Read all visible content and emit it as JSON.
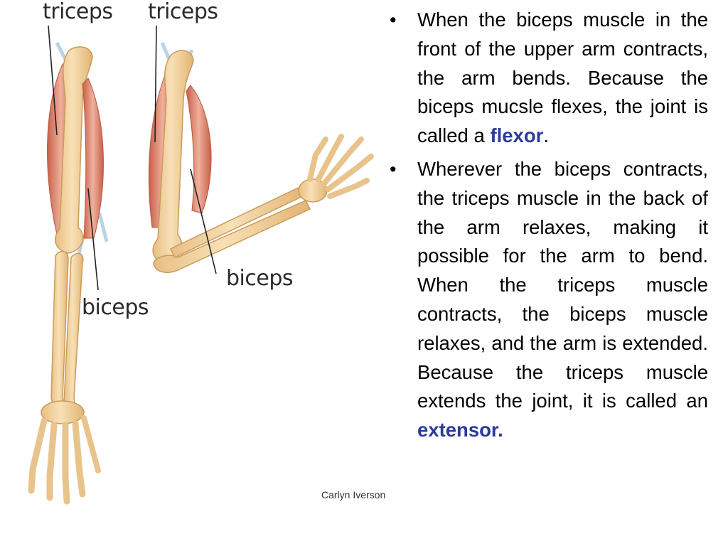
{
  "figure": {
    "labels": {
      "triceps_left": "triceps",
      "triceps_right": "triceps",
      "biceps_bent": "biceps",
      "biceps_straight": "biceps"
    },
    "credit": "Carlyn Iverson"
  },
  "bullets": [
    {
      "text": "When the biceps muscle in the front of the upper arm contracts, the arm bends. Because the biceps mucsle flexes, the joint is called a ",
      "term": "flexor",
      "after": "."
    },
    {
      "text": "Wherever the biceps contracts, the triceps muscle in the back of the arm relaxes, making it possible for the arm to bend. When the triceps muscle contracts, the biceps muscle relaxes, and the arm is extended. Because the triceps muscle extends the joint, it is called an ",
      "term": "extensor.",
      "after": ""
    }
  ],
  "colors": {
    "bone": "#f3d4a3",
    "bone_outline": "#c99b5a",
    "muscle": "#e29c86",
    "muscle_dark": "#c9654d",
    "tendon": "#b8d4e6",
    "highlight": "#2b3a9c"
  }
}
